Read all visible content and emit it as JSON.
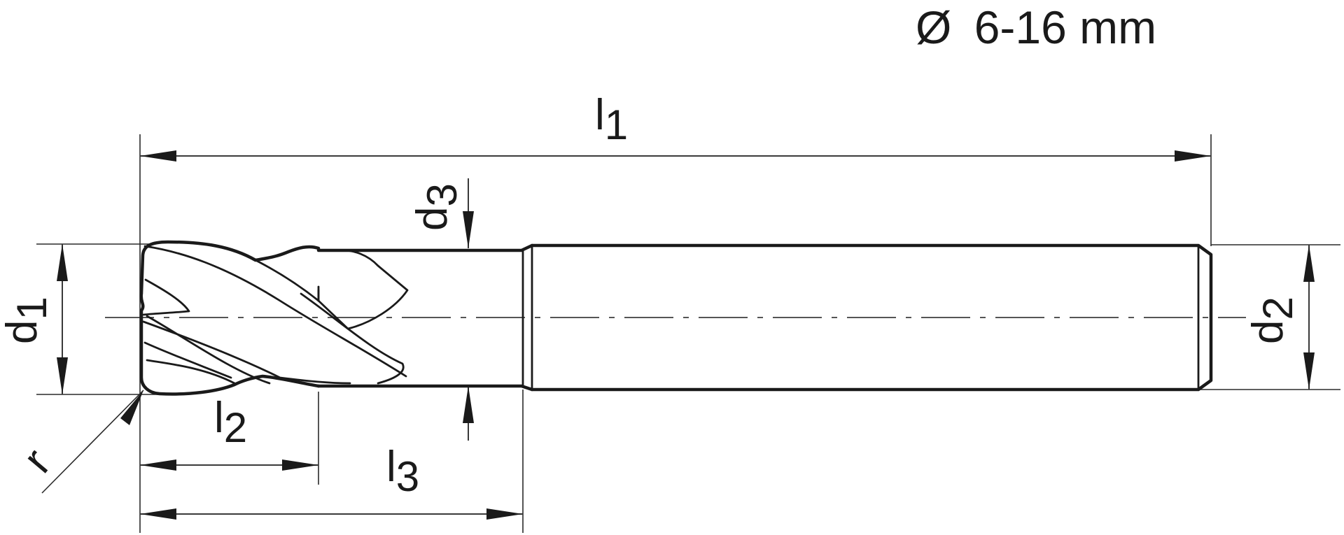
{
  "title": {
    "diameter_symbol": "Ø",
    "range": "6-16 mm"
  },
  "dimensions": {
    "l1": {
      "main": "l",
      "sub": "1"
    },
    "l2": {
      "main": "l",
      "sub": "2"
    },
    "l3": {
      "main": "l",
      "sub": "3"
    },
    "d1": {
      "main": "d",
      "sub": "1"
    },
    "d2": {
      "main": "d",
      "sub": "2"
    },
    "d3": {
      "main": "d",
      "sub": "3"
    },
    "r": {
      "main": "r"
    }
  },
  "colors": {
    "line": "#1a1a1a",
    "background": "#ffffff"
  }
}
